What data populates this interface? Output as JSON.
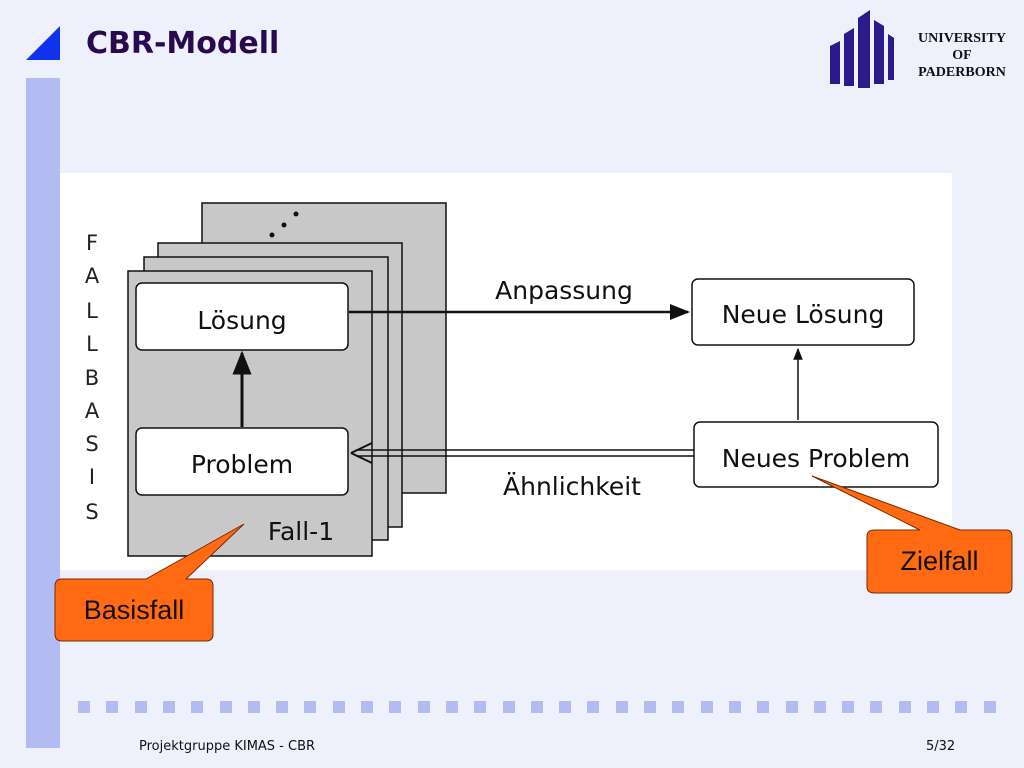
{
  "slide": {
    "title": "CBR-Modell",
    "accent_color": "#b2bcf2",
    "triangle_color": "#1133ee",
    "title_color": "#2a0a4e"
  },
  "logo": {
    "icon": "university-logo-icon",
    "lines": [
      "UNIVERSITY",
      "OF",
      "PADERBORN"
    ],
    "color": "#2c1a8a"
  },
  "diagram": {
    "fallbasis_letters": [
      "F",
      "A",
      "L",
      "L",
      "B",
      "A",
      "S",
      "I",
      "S"
    ],
    "case_box": {
      "solution": "Lösung",
      "problem": "Problem",
      "case_label": "Fall-1"
    },
    "new_solution": "Neue Lösung",
    "new_problem": "Neues Problem",
    "arrow_adapt": "Anpassung",
    "arrow_similarity": "Ähnlichkeit"
  },
  "callouts": {
    "base_case": "Basisfall",
    "target_case": "Zielfall",
    "fill_color": "#ff6a12"
  },
  "footer": {
    "left": "Projektgruppe KIMAS - CBR",
    "right": "5/32"
  }
}
